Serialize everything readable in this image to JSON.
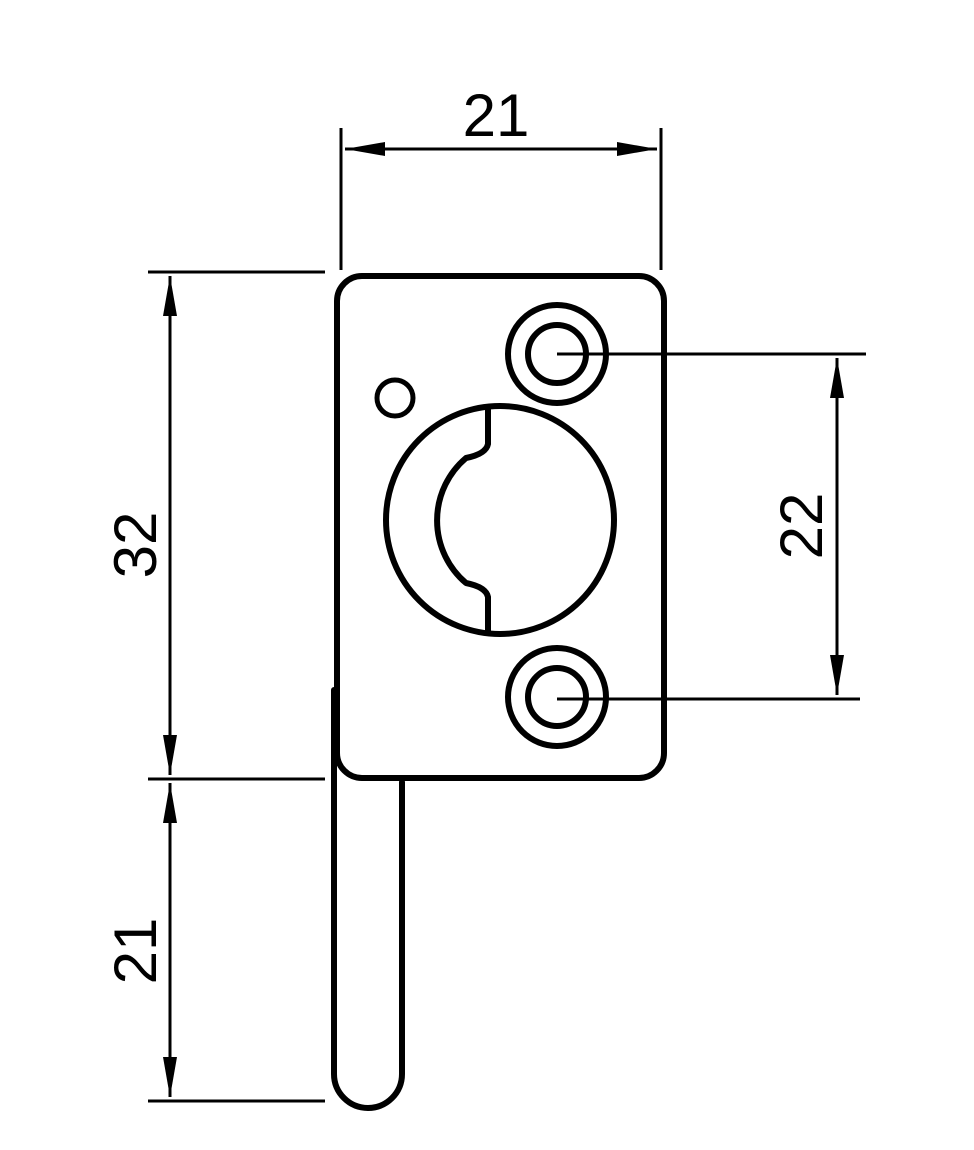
{
  "drawing": {
    "line_color": "#000000",
    "background_color": "#ffffff",
    "dimensions": {
      "top_width": "21",
      "left_height": "32",
      "right_spacing": "22",
      "handle_length": "21"
    }
  }
}
